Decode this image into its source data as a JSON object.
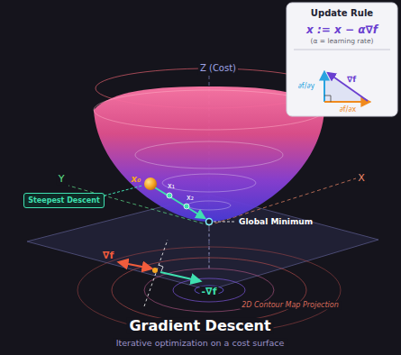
{
  "diagram": {
    "title": "Gradient Descent",
    "caption": "Iterative optimization on a cost surface",
    "nodes": [
      {
        "text": [
          "Update Rule",
          "x := x − α∇f",
          "(α = learning rate)"
        ]
      },
      {
        "text": [
          "Steepest Descent"
        ]
      }
    ],
    "labels": [
      "Z (Cost)",
      "X",
      "Y",
      "x₀",
      "x₁",
      "x₂",
      "Global Minimum",
      "∇f",
      "-∇f",
      "2D Contour Map Projection",
      "∂f/∂y",
      "∂f/∂x",
      "∇f"
    ]
  }
}
